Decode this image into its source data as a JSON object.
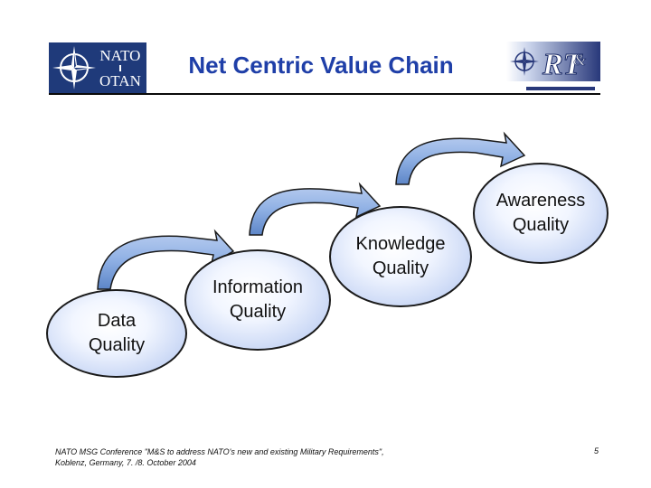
{
  "header": {
    "title": "Net Centric Value Chain",
    "nato_logo": {
      "top": "NATO",
      "bottom": "OTAN"
    },
    "rto_logo": {
      "text": "RT",
      "ampersand": "&"
    }
  },
  "chain": [
    {
      "line1": "Data",
      "line2": "Quality"
    },
    {
      "line1": "Information",
      "line2": "Quality"
    },
    {
      "line1": "Knowledge",
      "line2": "Quality"
    },
    {
      "line1": "Awareness",
      "line2": "Quality"
    }
  ],
  "footer": {
    "line1": "NATO MSG Conference \"M&S to address NATO's new and existing Military Requirements\",",
    "line2": "Koblenz, Germany, 7. /8. October 2004",
    "page": "5"
  },
  "colors": {
    "title": "#1f3fa8",
    "logo_blue": "#1f3a7a",
    "arrow_fill": "#8fb0e4",
    "arrow_dark": "#4f78bf"
  }
}
